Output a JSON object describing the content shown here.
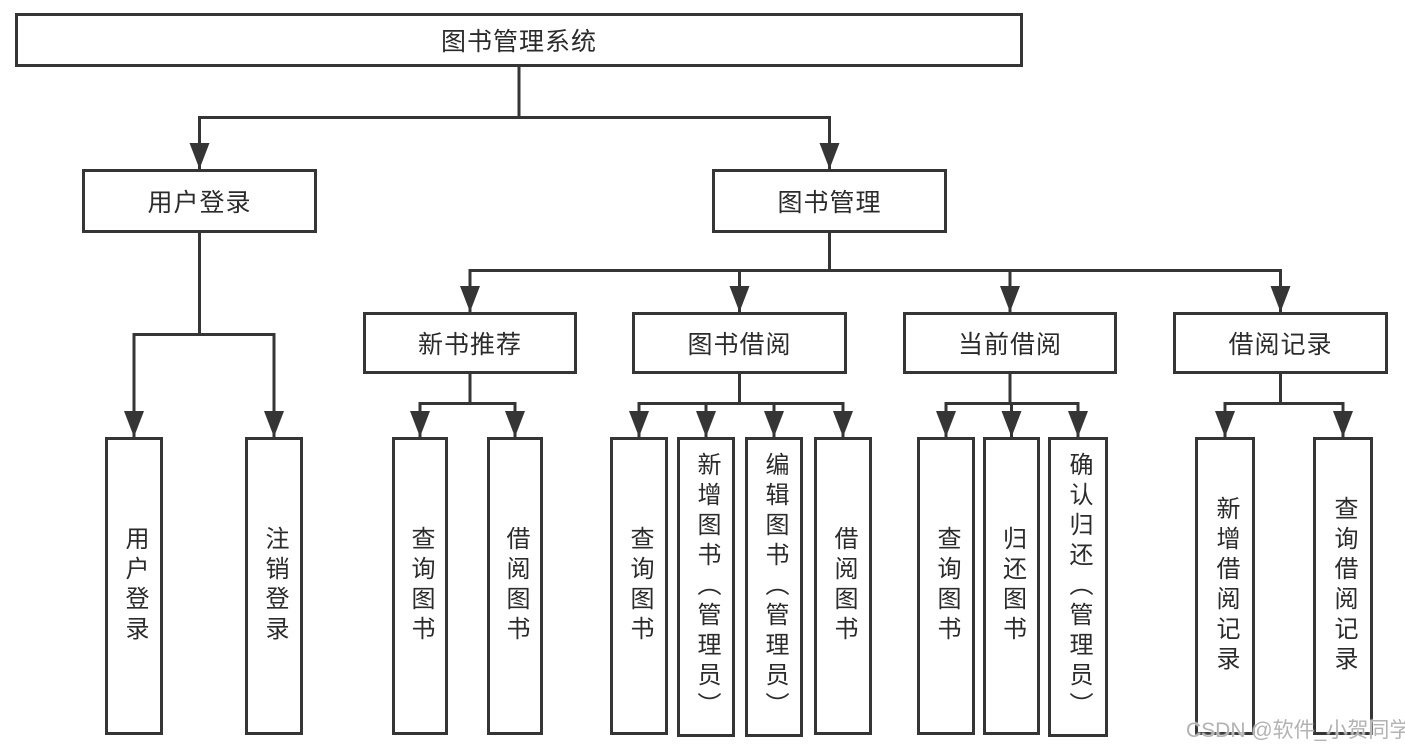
{
  "colors": {
    "line": "#353535",
    "box_border": "#353535",
    "text": "#2b2b2b",
    "watermark": "#b3b3b3",
    "background": "#ffffff"
  },
  "nodes": {
    "root": {
      "label": "图书管理系统"
    },
    "user_login": {
      "label": "用户登录"
    },
    "book_management": {
      "label": "图书管理"
    },
    "new_book_recommendation": {
      "label": "新书推荐"
    },
    "book_borrowing": {
      "label": "图书借阅"
    },
    "current_borrowing": {
      "label": "当前借阅"
    },
    "borrowing_records": {
      "label": "借阅记录"
    },
    "leaf_user_login": {
      "label": "用户登录"
    },
    "leaf_logout": {
      "label": "注销登录"
    },
    "leaf_rec_query_books": {
      "label": "查询图书"
    },
    "leaf_rec_borrow_books": {
      "label": "借阅图书"
    },
    "leaf_bor_query_books": {
      "label": "查询图书"
    },
    "leaf_bor_add_books_admin": {
      "label": "新增图书（管理员）"
    },
    "leaf_bor_edit_books_admin": {
      "label": "编辑图书（管理员）"
    },
    "leaf_bor_borrow_books": {
      "label": "借阅图书"
    },
    "leaf_cur_query_books": {
      "label": "查询图书"
    },
    "leaf_cur_return_books": {
      "label": "归还图书"
    },
    "leaf_cur_confirm_return_admin": {
      "label": "确认归还（管理员）"
    },
    "leaf_rec_add_borrow_record": {
      "label": "新增借阅记录"
    },
    "leaf_rec_query_borrow_record": {
      "label": "查询借阅记录"
    }
  },
  "watermark": {
    "text": "CSDN @软件_小贺同学"
  }
}
